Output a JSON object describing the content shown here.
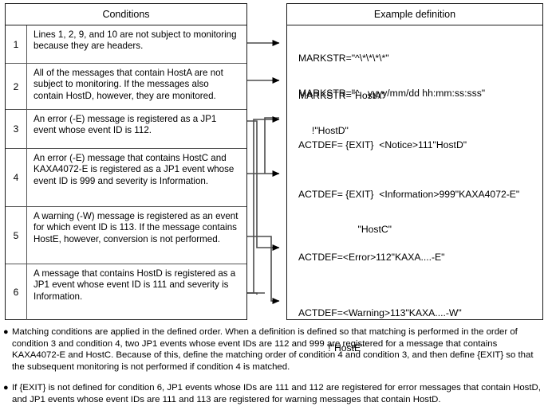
{
  "table": {
    "conditions_header": "Conditions",
    "definition_header": "Example definition",
    "rows": [
      {
        "num": "1",
        "text": "Lines 1, 2, 9, and 10 are not subject to monitoring because they are headers."
      },
      {
        "num": "2",
        "text": "All of the messages that contain HostA are not subject to monitoring. If the messages also contain HostD, however, they are monitored."
      },
      {
        "num": "3",
        "text": "An error (-E) message is registered as a JP1 event whose event ID is 112."
      },
      {
        "num": "4",
        "text": "An error (-E) message that contains HostC and KAXA4072-E is registered as a JP1 event whose event ID is 999 and severity is Information."
      },
      {
        "num": "5",
        "text": "A warning (-W) message is registered as an event for which event ID is 113. If the message contains HostE, however, conversion is not performed."
      },
      {
        "num": "6",
        "text": "A message that contains HostD is registered as a JP1 event whose event ID is 111 and severity is Information."
      }
    ]
  },
  "definitions": [
    {
      "id": "def-markstr-header",
      "line1": "MARKSTR=\"^\\*\\*\\*\\*\"",
      "line2": "MARKSTR=\"^   yyyy/mm/dd hh:mm:ss:sss\""
    },
    {
      "id": "def-markstr-hosta",
      "line1": "MARKSTR=\"HostA\"",
      "line2": "     !\"HostD\""
    },
    {
      "id": "def-actdef-notice",
      "line1": "ACTDEF= {EXIT}  <Notice>111\"HostD\"",
      "line2": ""
    },
    {
      "id": "def-actdef-information",
      "line1": "ACTDEF= {EXIT}  <Information>999\"KAXA4072-E\"",
      "line2": "                      \"HostC\""
    },
    {
      "id": "def-actdef-error",
      "line1": "ACTDEF=<Error>112\"KAXA....-E\"",
      "line2": ""
    },
    {
      "id": "def-actdef-warning",
      "line1": "ACTDEF=<Warning>113\"KAXA....-W\"",
      "line2": "           !\"HostE\""
    }
  ],
  "notes": [
    {
      "bullet": "●",
      "text": "Matching conditions are applied in the defined order. When a definition is defined so that matching is performed in the order of condition 3 and condition 4, two JP1 events whose event IDs are 112 and 999 are registered for a message that contains KAXA4072-E and HostC. Because of this, define the matching order of condition 4 and condition 3, and then define {EXIT} so that the subsequent monitoring is not performed if condition 4 is matched."
    },
    {
      "bullet": "●",
      "text": "If {EXIT} is not defined for condition 6, JP1 events whose IDs are 111 and 112 are registered for error messages that contain HostD, and JP1 events whose event IDs are 111 and 113 are registered for warning messages that contain HostD."
    }
  ],
  "colors": {
    "border": "#1a1a1a",
    "inner_border": "#555555",
    "connector": "#4d4d4d",
    "arrow": "#000000",
    "text": "#000000",
    "background": "#ffffff"
  }
}
